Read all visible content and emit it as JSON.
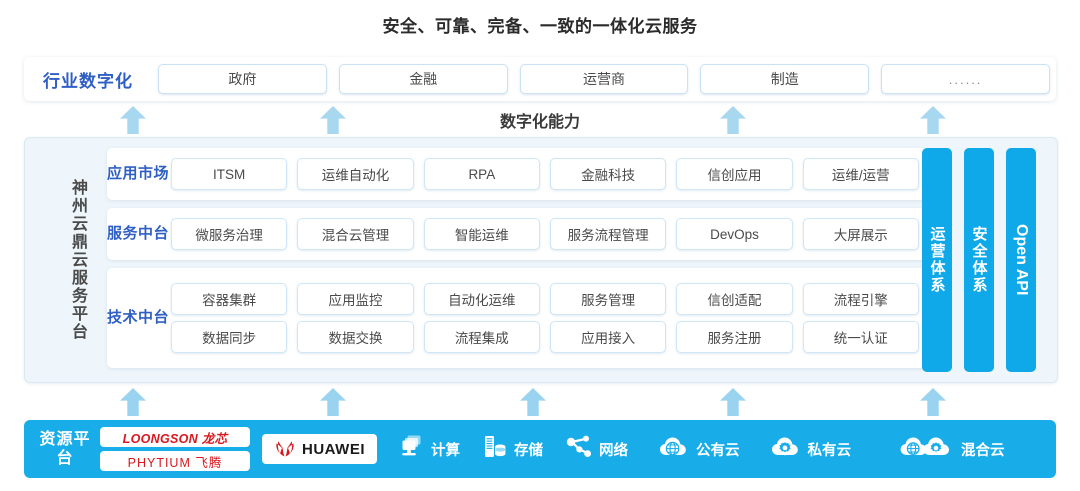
{
  "title": "安全、可靠、完备、一致的一体化云服务",
  "industry": {
    "label": "行业数字化",
    "items": [
      {
        "name": "政府"
      },
      {
        "name": "金融"
      },
      {
        "name": "运营商"
      },
      {
        "name": "制造"
      },
      {
        "name": "......"
      }
    ]
  },
  "digital_capability_label": "数字化能力",
  "platform": {
    "side_label": "神州云鼎云服务平台",
    "layers": [
      {
        "id": "app-market",
        "label": "应用市场",
        "rows": [
          [
            "ITSM",
            "运维自动化",
            "RPA",
            "金融科技",
            "信创应用",
            "运维/运营"
          ]
        ]
      },
      {
        "id": "service-mid",
        "label": "服务中台",
        "rows": [
          [
            "微服务治理",
            "混合云管理",
            "智能运维",
            "服务流程管理",
            "DevOps",
            "大屏展示"
          ]
        ]
      },
      {
        "id": "tech-mid",
        "label": "技术中台",
        "rows": [
          [
            "容器集群",
            "应用监控",
            "自动化运维",
            "服务管理",
            "信创适配",
            "流程引擎"
          ],
          [
            "数据同步",
            "数据交换",
            "流程集成",
            "应用接入",
            "服务注册",
            "统一认证"
          ]
        ]
      }
    ],
    "pillars": [
      {
        "id": "ops-system",
        "label": "运营体系"
      },
      {
        "id": "security-system",
        "label": "安全体系"
      },
      {
        "id": "open-api",
        "label": "Open API"
      }
    ]
  },
  "resource": {
    "label": "资源平台",
    "chips": [
      {
        "id": "loongson",
        "text": "LOONGSON 龙芯"
      },
      {
        "id": "phytium",
        "text": "PHYTIUM 飞腾"
      }
    ],
    "vendor": {
      "id": "huawei",
      "text": "HUAWEI"
    },
    "items": [
      {
        "id": "compute",
        "label": "计算",
        "icon": "compute-icon"
      },
      {
        "id": "storage",
        "label": "存储",
        "icon": "storage-icon"
      },
      {
        "id": "network",
        "label": "网络",
        "icon": "network-icon"
      },
      {
        "id": "public-cloud",
        "label": "公有云",
        "icon": "public-cloud-icon"
      },
      {
        "id": "private-cloud",
        "label": "私有云",
        "icon": "private-cloud-icon"
      },
      {
        "id": "hybrid-cloud",
        "label": "混合云",
        "icon": "hybrid-cloud-icon"
      }
    ]
  },
  "arrows": {
    "upper_row": [
      133,
      333,
      733,
      933
    ],
    "lower_row": [
      133,
      333,
      533,
      733,
      933
    ]
  },
  "colors": {
    "brand_blue": "#18ade8",
    "pillar_blue": "#0fa8e8",
    "arrow_blue": "#a8d8f0",
    "label_blue": "#2f5fc4",
    "panel_bg": "#eef6fb",
    "chip_red": "#d7191f"
  }
}
